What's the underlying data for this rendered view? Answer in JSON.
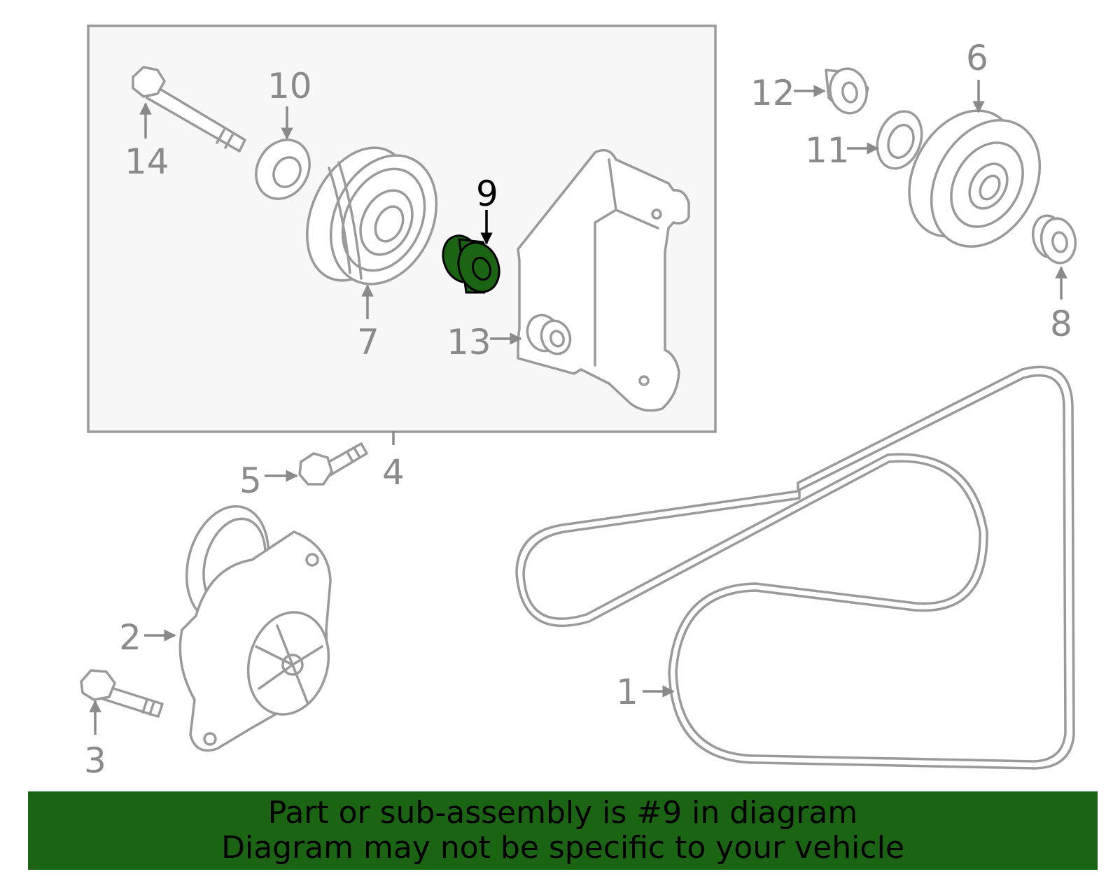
{
  "highlight_color": "#1a6414",
  "highlighted_part": "9",
  "callouts": {
    "c1": "1",
    "c2": "2",
    "c3": "3",
    "c4": "4",
    "c5": "5",
    "c6": "6",
    "c7": "7",
    "c8": "8",
    "c9": "9",
    "c10": "10",
    "c11": "11",
    "c12": "12",
    "c13": "13",
    "c14": "14"
  },
  "banner": {
    "line1": "Part or sub-assembly is #9 in diagram",
    "line2": "Diagram may not be specific to your vehicle"
  }
}
